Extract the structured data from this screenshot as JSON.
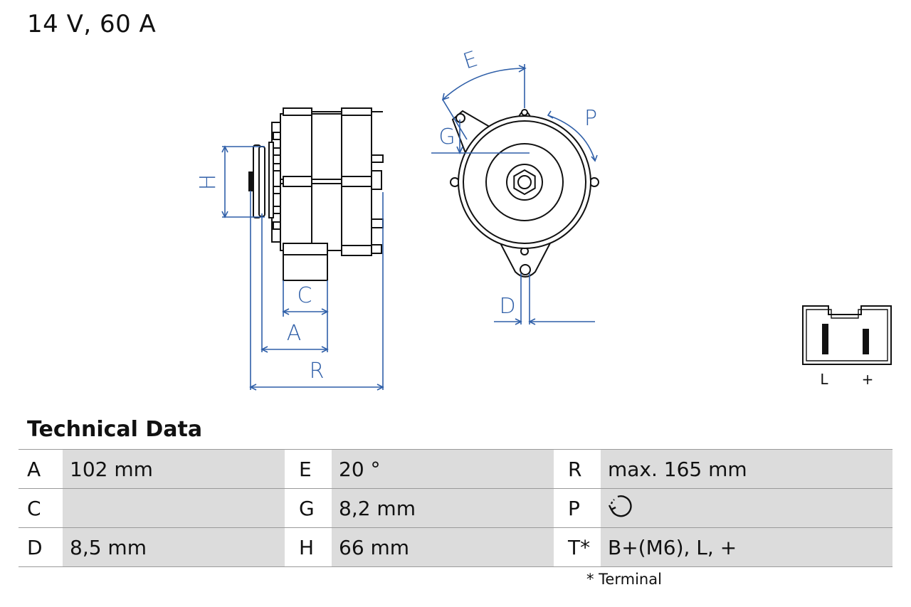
{
  "title": "14 V, 60 A",
  "dimension_labels": {
    "H": "H",
    "C": "C",
    "A": "A",
    "R": "R",
    "E": "E",
    "G": "G",
    "P": "P",
    "D": "D"
  },
  "connector": {
    "left": "L",
    "right": "+"
  },
  "technical_data": {
    "heading": "Technical Data",
    "rows": [
      [
        {
          "key": "A",
          "value": "102 mm"
        },
        {
          "key": "E",
          "value": "20 °"
        },
        {
          "key": "R",
          "value": "max. 165 mm"
        }
      ],
      [
        {
          "key": "C",
          "value": ""
        },
        {
          "key": "G",
          "value": "8,2 mm"
        },
        {
          "key": "P",
          "value": "",
          "icon": "clockwise-rotation-icon"
        }
      ],
      [
        {
          "key": "D",
          "value": "8,5 mm"
        },
        {
          "key": "H",
          "value": "66 mm"
        },
        {
          "key": "T*",
          "value": "B+(M6), L, +"
        }
      ]
    ],
    "footnote": "* Terminal"
  },
  "colors": {
    "dimension": "#2f5fa8",
    "outline": "#111111",
    "cell": "#dcdcdc"
  }
}
